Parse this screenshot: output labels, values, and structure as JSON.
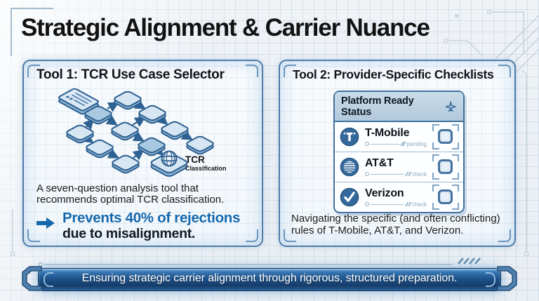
{
  "title": "Strategic Alignment & Carrier Nuance",
  "colors": {
    "accent_blue": "#1668ad",
    "panel_border": "#4d7ca9",
    "carrier_icon_blue": "#33689c",
    "banner_dark_blue": "#1d5189",
    "banner_light_blue": "#6aa6d8"
  },
  "tool1": {
    "title": "Tool 1: TCR Use Case Selector",
    "diagram": {
      "label_line1": "TCR",
      "label_line2": "Classification",
      "start_icon": "document-icon",
      "end_icon": "globe-node-icon"
    },
    "description_line1": "A seven-question analysis tool that",
    "description_line2": "recommends optimal TCR classification.",
    "highlight_line1": "Prevents 40% of rejections",
    "highlight_line2": "due to misalignment."
  },
  "tool2": {
    "title": "Tool 2: Provider-Specific Checklists",
    "card": {
      "header": "Platform Ready Status",
      "header_icon": "airplane-icon",
      "rows": [
        {
          "name": "T-Mobile",
          "status": "pending",
          "icon": "tmobile-icon",
          "checked": false
        },
        {
          "name": "AT&T",
          "status": "check",
          "icon": "att-globe-icon",
          "checked": false
        },
        {
          "name": "Verizon",
          "status": "check",
          "icon": "verizon-check-icon",
          "checked": false
        }
      ]
    },
    "description_line1": "Navigating the specific (and often conflicting)",
    "description_line2": "rules of T-Mobile, AT&T, and Verizon."
  },
  "footer": {
    "text": "Ensuring strategic carrier alignment through rigorous, structured preparation."
  }
}
